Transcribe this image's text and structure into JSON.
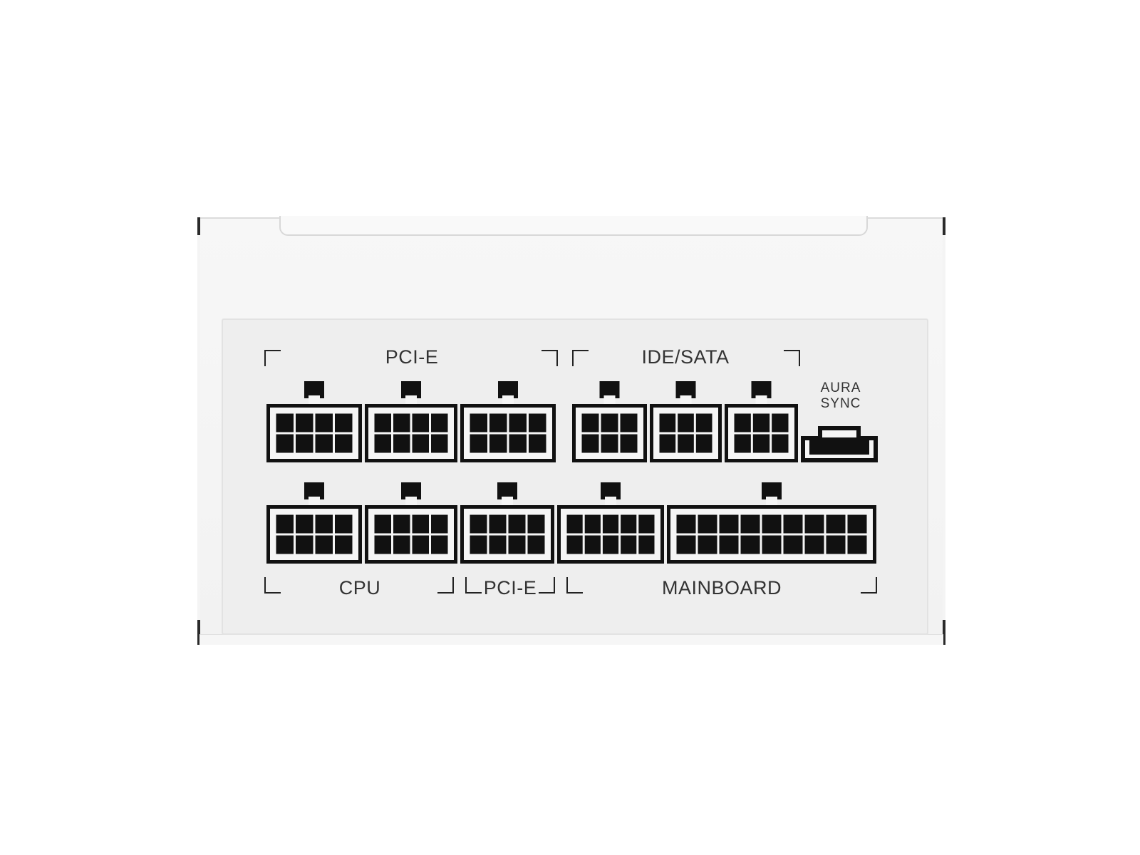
{
  "colors": {
    "connector": "#111111",
    "pin_face": "#f5f5f5",
    "panel": "#eeeeee",
    "text": "#333333"
  },
  "labels": {
    "pcie_top": "PCI-E",
    "ide_sata": "IDE/SATA",
    "aura_line1": "AURA",
    "aura_line2": "SYNC",
    "cpu": "CPU",
    "pcie_bottom": "PCI-E",
    "mainboard": "MAINBOARD"
  },
  "connectors": {
    "top_row": [
      {
        "name": "pcie-top-1",
        "pins": 8
      },
      {
        "name": "pcie-top-2",
        "pins": 8
      },
      {
        "name": "pcie-top-3",
        "pins": 8
      },
      {
        "name": "sata-1",
        "pins": 6
      },
      {
        "name": "sata-2",
        "pins": 6
      },
      {
        "name": "sata-3",
        "pins": 6
      }
    ],
    "bottom_row": [
      {
        "name": "cpu-1",
        "pins": 8
      },
      {
        "name": "cpu-2",
        "pins": 8
      },
      {
        "name": "pcie-bottom",
        "pins": 8
      },
      {
        "name": "mainboard-10pin",
        "pins": 10
      },
      {
        "name": "mainboard-18pin",
        "pins": 18
      }
    ]
  }
}
